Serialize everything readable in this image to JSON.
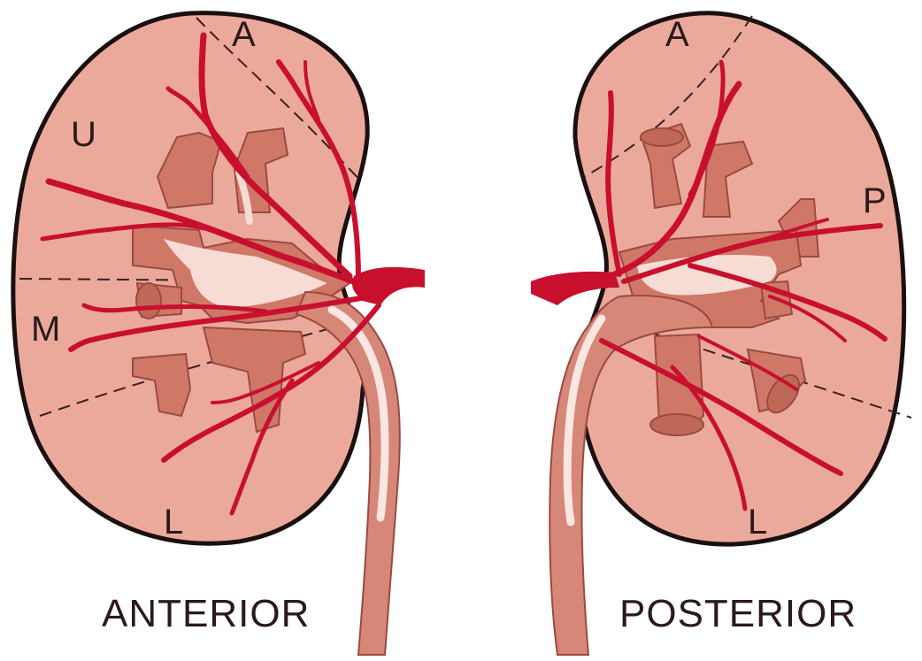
{
  "colors": {
    "kidney_fill": "#eba99c",
    "kidney_outline": "#1a1010",
    "pelvis_fill": "#d07868",
    "pelvis_light": "#f7dcd6",
    "artery": "#c8102e",
    "ureter": "#d68778",
    "ureter_light": "#fbe6e1"
  },
  "anterior": {
    "label": "ANTERIOR",
    "segments": {
      "apical": "A",
      "upper": "U",
      "middle": "M",
      "lower": "L"
    }
  },
  "posterior": {
    "label": "POSTERIOR",
    "segments": {
      "apical": "A",
      "posterior": "P",
      "lower": "L"
    }
  }
}
